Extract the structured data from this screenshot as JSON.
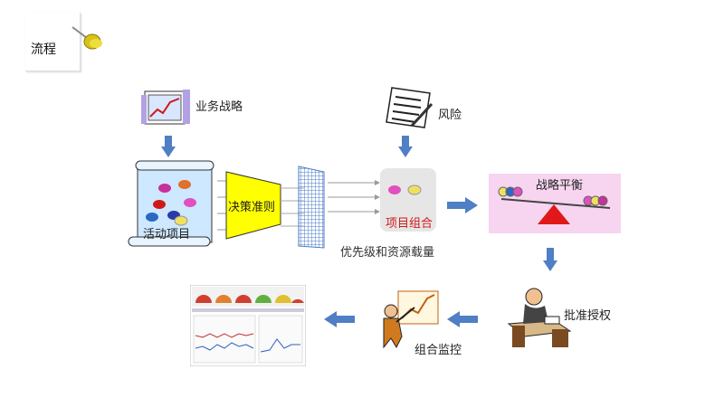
{
  "corner": {
    "title": "流程"
  },
  "nodes": {
    "strategy": "业务战略",
    "risk": "风险",
    "activities": "活动项目",
    "decision": "决策准则",
    "prioritize": "优先级和资源载量",
    "portfolio": "项目组合",
    "balance": "战略平衡",
    "approve": "批准授权",
    "monitor": "组合监控"
  },
  "colors": {
    "arrow": "#4f7fc4",
    "funnel": "#ffff00",
    "portfolio_text": "#d01818",
    "balance_bg": "#f7d5f0"
  }
}
